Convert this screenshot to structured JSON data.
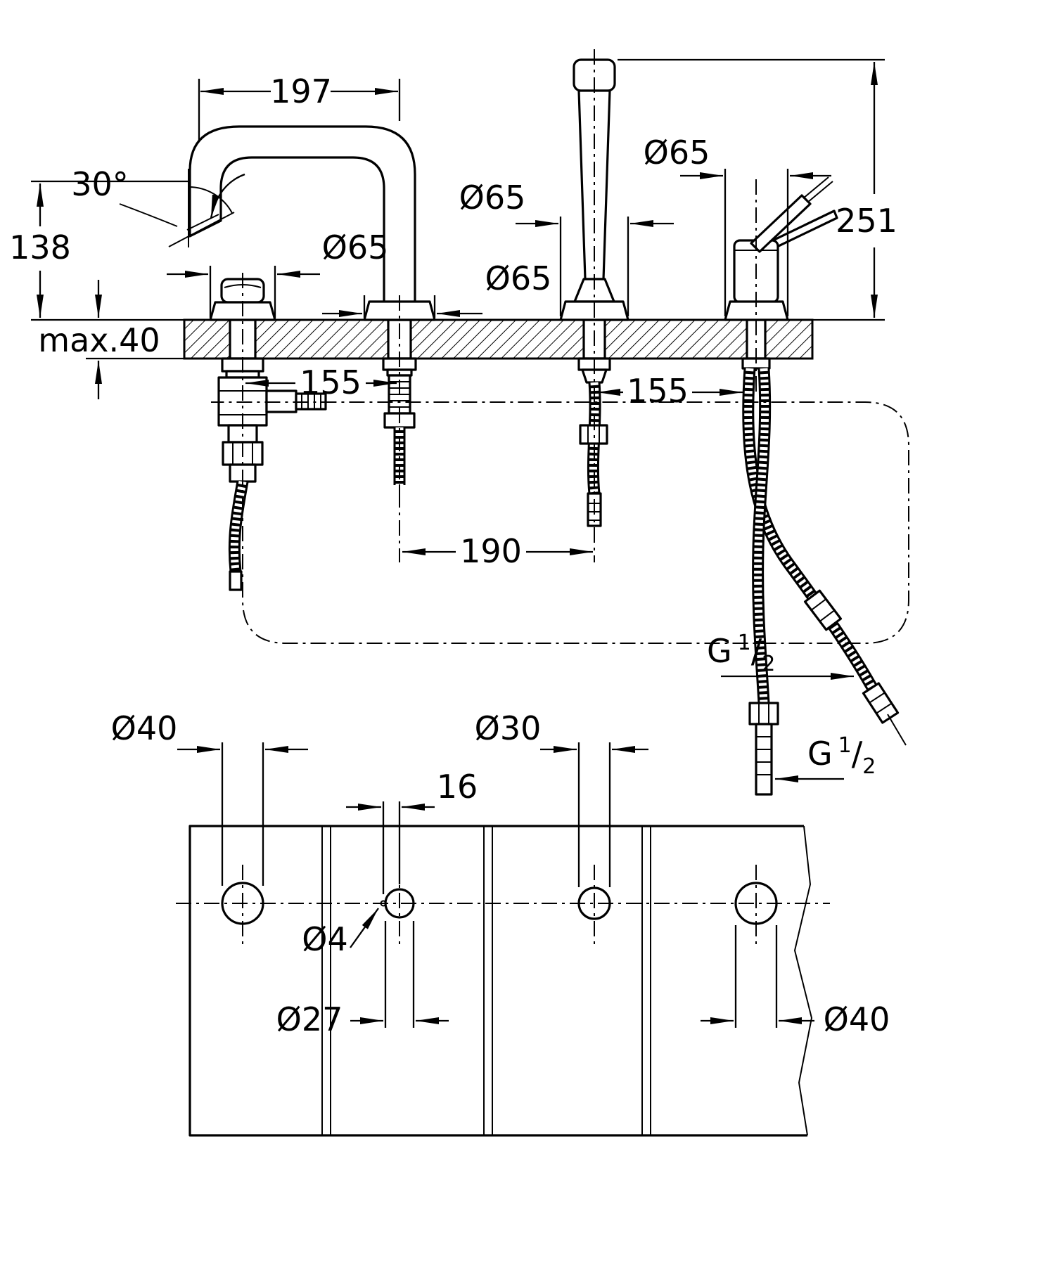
{
  "drawing": {
    "side_view": {
      "spout_reach": "197",
      "spout_angle": "30°",
      "spout_height": "138",
      "max_deck_thickness": "max.40",
      "escutcheon_dia_1": "Ø65",
      "escutcheon_dia_2": "Ø65",
      "escutcheon_dia_3": "Ø65",
      "escutcheon_dia_4": "Ø65",
      "shower_height": "251",
      "hole_pitch_left": "155",
      "hole_pitch_right": "155",
      "hole_pitch_middle": "190",
      "thread_a": {
        "g": "G",
        "num": "1",
        "slash": "/",
        "den": "2"
      },
      "thread_b": {
        "g": "G",
        "num": "1",
        "slash": "/",
        "den": "2"
      }
    },
    "plan_view": {
      "hole1_dia": "Ø40",
      "hole3_dia": "Ø30",
      "pin_hole_offset": "16",
      "pin_hole_dia": "Ø4",
      "hole2_dia": "Ø27",
      "hole4_dia": "Ø40"
    }
  }
}
